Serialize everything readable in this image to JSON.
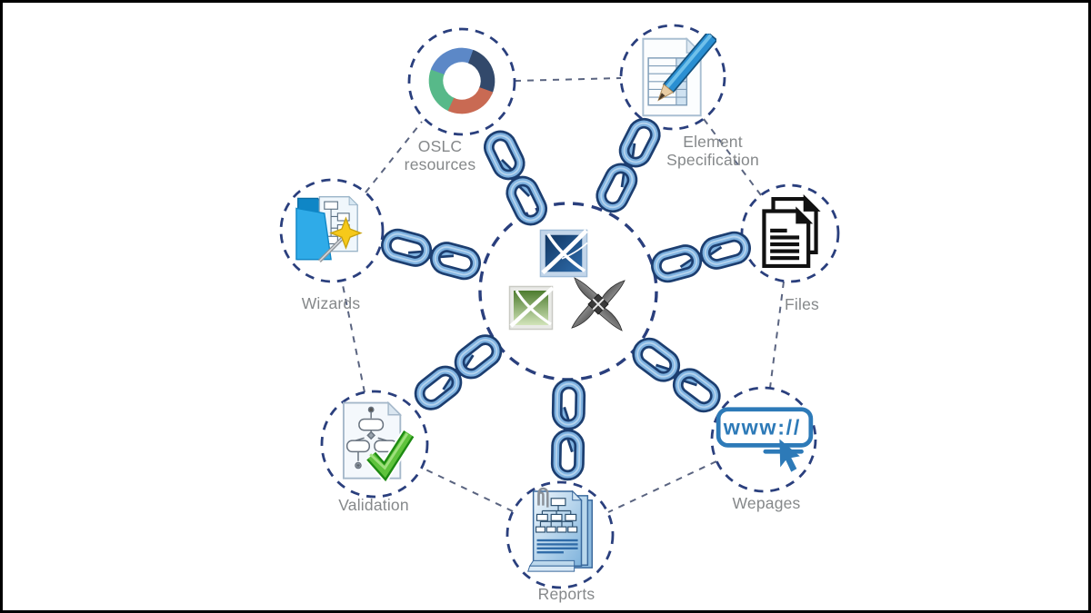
{
  "diagram_type": "hub-and-spoke linked diagram",
  "hub": {
    "icons": [
      {
        "name": "blue-modeling-tool-logo"
      },
      {
        "name": "green-modeling-tool-logo"
      },
      {
        "name": "gray-shuriken-tool-logo"
      }
    ]
  },
  "nodes": [
    {
      "id": "oslc-resources",
      "label": "OSLC\nresources",
      "icon": "oslc-logo-icon"
    },
    {
      "id": "element-specification",
      "label": "Element\nSpecification",
      "icon": "specification-table-pencil-icon"
    },
    {
      "id": "wizards",
      "label": "Wizards",
      "icon": "wizard-folder-wand-icon"
    },
    {
      "id": "files",
      "label": "Files",
      "icon": "stacked-documents-icon"
    },
    {
      "id": "validation",
      "label": "Validation",
      "icon": "flowchart-green-check-icon"
    },
    {
      "id": "wepages",
      "label": "Wepages",
      "icon": "webpage-address-cursor-icon",
      "icon_text": "www://"
    },
    {
      "id": "reports",
      "label": "Reports",
      "icon": "report-pages-paperclip-icon"
    }
  ],
  "connections": {
    "style": "chain-link",
    "hub_links": [
      "oslc-resources",
      "element-specification",
      "wizards",
      "files",
      "validation",
      "wepages",
      "reports"
    ],
    "ring_links": [
      [
        "oslc-resources",
        "element-specification"
      ],
      [
        "element-specification",
        "files"
      ],
      [
        "files",
        "wepages"
      ],
      [
        "wepages",
        "reports"
      ],
      [
        "reports",
        "validation"
      ],
      [
        "validation",
        "wizards"
      ],
      [
        "wizards",
        "oslc-resources"
      ]
    ]
  },
  "colors": {
    "background": "#ffffff",
    "frame": "#000000",
    "dashed_circle": "#2a3f7d",
    "ring_connector": "#5a6480",
    "chain_fill": "#7fb2e0",
    "chain_outline": "#1c3e70",
    "label_text": "#85888a",
    "link_blue": "#2d7ab8",
    "check_green": "#3fae22",
    "folder_blue": "#2fabe8",
    "star_yellow": "#f6c91a",
    "oslc_green": "#57b989",
    "oslc_blue": "#5c88c7",
    "oslc_navy": "#32496b",
    "oslc_red": "#c96a53"
  }
}
